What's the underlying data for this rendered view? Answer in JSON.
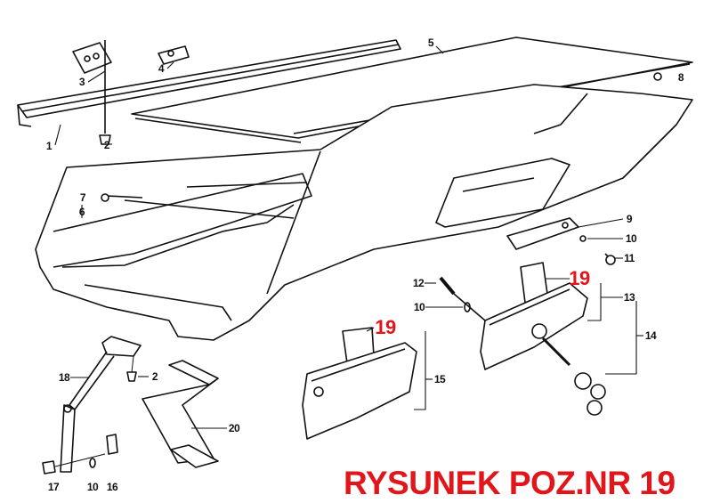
{
  "diagram": {
    "title": "RYSUNEK POZ.NR 19",
    "highlight_color": "#e0161b",
    "part_labels": {
      "p1": "1",
      "p2a": "2",
      "p3": "3",
      "p4": "4",
      "p5": "5",
      "p6": "6",
      "p7": "7",
      "p8": "8",
      "p9": "9",
      "p10a": "10",
      "p11": "11",
      "p12": "12",
      "p10b": "10",
      "p13": "13",
      "p14": "14",
      "p15": "15",
      "p19a": "19",
      "p19b": "19",
      "p18": "18",
      "p2b": "2",
      "p20": "20",
      "p17": "17",
      "p10c": "10",
      "p16": "16"
    }
  }
}
